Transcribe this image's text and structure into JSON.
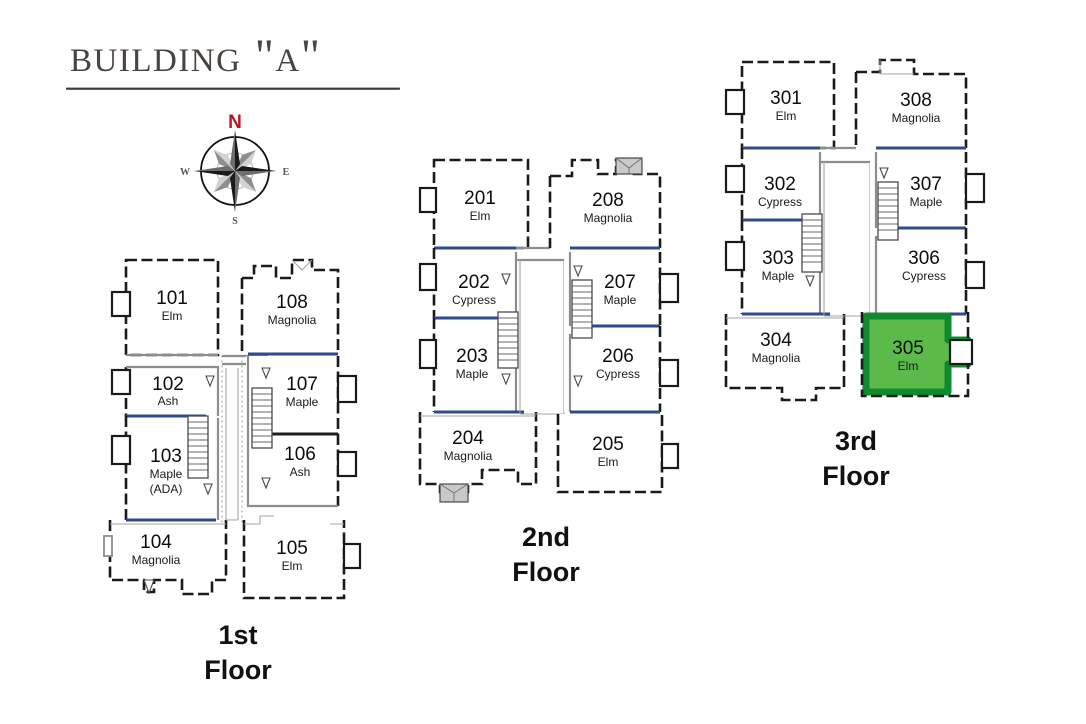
{
  "page": {
    "title": "Building \"A\"",
    "background_color": "#ffffff"
  },
  "compass": {
    "north_label": "N",
    "south_label": "S",
    "east_label": "E",
    "west_label": "W",
    "north_color": "#c1121f"
  },
  "legend_colors": {
    "highlight_fill": "#5bba4a",
    "highlight_border": "#0f8a2e",
    "demising_line": "#2d4b8e",
    "exterior_wall": "#1a1a1a",
    "interior_wall": "#8d8d8d",
    "title_text": "#4a4440"
  },
  "floors": [
    {
      "id": "floor-1",
      "caption": "1st\nFloor",
      "units": [
        {
          "number": "101",
          "name": "Elm",
          "note": "",
          "highlighted": false
        },
        {
          "number": "102",
          "name": "Ash",
          "note": "",
          "highlighted": false
        },
        {
          "number": "103",
          "name": "Maple",
          "note": "(ADA)",
          "highlighted": false
        },
        {
          "number": "104",
          "name": "Magnolia",
          "note": "",
          "highlighted": false
        },
        {
          "number": "105",
          "name": "Elm",
          "note": "",
          "highlighted": false
        },
        {
          "number": "106",
          "name": "Ash",
          "note": "",
          "highlighted": false
        },
        {
          "number": "107",
          "name": "Maple",
          "note": "",
          "highlighted": false
        },
        {
          "number": "108",
          "name": "Magnolia",
          "note": "",
          "highlighted": false
        }
      ]
    },
    {
      "id": "floor-2",
      "caption": "2nd\nFloor",
      "units": [
        {
          "number": "201",
          "name": "Elm",
          "note": "",
          "highlighted": false
        },
        {
          "number": "202",
          "name": "Cypress",
          "note": "",
          "highlighted": false
        },
        {
          "number": "203",
          "name": "Maple",
          "note": "",
          "highlighted": false
        },
        {
          "number": "204",
          "name": "Magnolia",
          "note": "",
          "highlighted": false
        },
        {
          "number": "205",
          "name": "Elm",
          "note": "",
          "highlighted": false
        },
        {
          "number": "206",
          "name": "Cypress",
          "note": "",
          "highlighted": false
        },
        {
          "number": "207",
          "name": "Maple",
          "note": "",
          "highlighted": false
        },
        {
          "number": "208",
          "name": "Magnolia",
          "note": "",
          "highlighted": false
        }
      ]
    },
    {
      "id": "floor-3",
      "caption": "3rd\nFloor",
      "units": [
        {
          "number": "301",
          "name": "Elm",
          "note": "",
          "highlighted": false
        },
        {
          "number": "302",
          "name": "Cypress",
          "note": "",
          "highlighted": false
        },
        {
          "number": "303",
          "name": "Maple",
          "note": "",
          "highlighted": false
        },
        {
          "number": "304",
          "name": "Magnolia",
          "note": "",
          "highlighted": false
        },
        {
          "number": "305",
          "name": "Elm",
          "note": "",
          "highlighted": true
        },
        {
          "number": "306",
          "name": "Cypress",
          "note": "",
          "highlighted": false
        },
        {
          "number": "307",
          "name": "Maple",
          "note": "",
          "highlighted": false
        },
        {
          "number": "308",
          "name": "Magnolia",
          "note": "",
          "highlighted": false
        }
      ]
    }
  ]
}
